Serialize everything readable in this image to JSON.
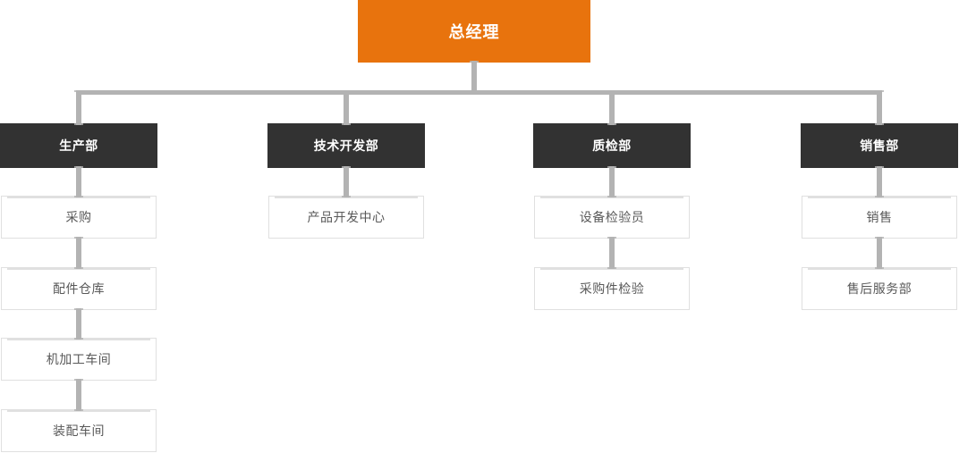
{
  "diagram": {
    "type": "org-chart",
    "root": {
      "label": "总经理"
    },
    "departments": [
      {
        "label": "生产部",
        "children": [
          "采购",
          "配件仓库",
          "机加工车间",
          "装配车间"
        ]
      },
      {
        "label": "技术开发部",
        "children": [
          "产品开发中心"
        ]
      },
      {
        "label": "质检部",
        "children": [
          "设备检验员",
          "采购件检验"
        ]
      },
      {
        "label": "销售部",
        "children": [
          "销售",
          "售后服务部"
        ]
      }
    ],
    "colors": {
      "root_bg": "#E8730D",
      "dept_bg": "#323232",
      "connector": "#B3B3B3",
      "child_border": "#E0E0E0",
      "child_text": "#595959"
    }
  }
}
